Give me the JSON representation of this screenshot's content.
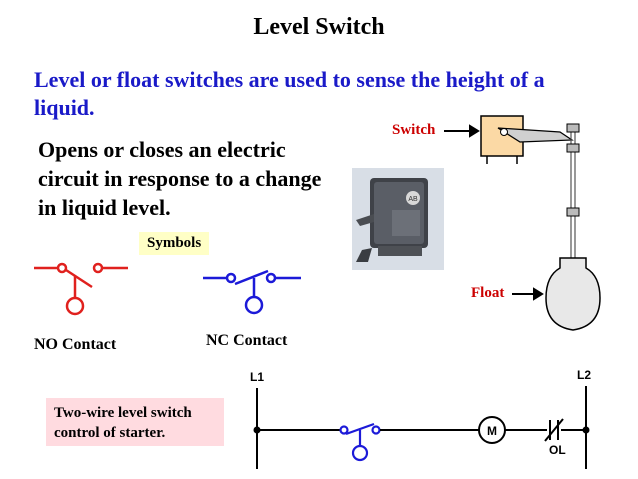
{
  "title": "Level Switch",
  "intro": "Level or float switches are used to sense the height of a liquid.",
  "description": "Opens or closes an electric circuit in response to a change in liquid level.",
  "symbols_label": "Symbols",
  "no_contact_label": "NO Contact",
  "nc_contact_label": "NC Contact",
  "switch_label": "Switch",
  "float_label": "Float",
  "note": "Two-wire level switch control of starter.",
  "ladder": {
    "l1": "L1",
    "l2": "L2",
    "motor": "M",
    "overload": "OL"
  },
  "photo": {
    "brand_mark": "AB"
  },
  "colors": {
    "intro_text": "#1a1ac8",
    "no_symbol": "#e0211e",
    "nc_symbol": "#1c1ad8",
    "callouts": "#cc0000",
    "symbols_bg": "#ffffc6",
    "note_bg": "#ffdbe0"
  }
}
